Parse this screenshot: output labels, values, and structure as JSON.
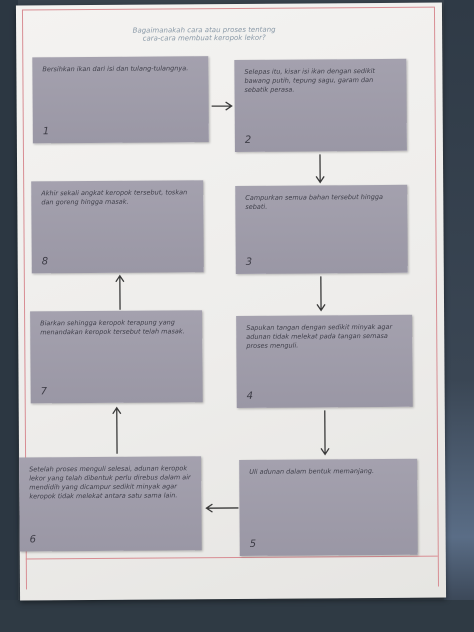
{
  "title": "Bagaimanakah cara atau proses tentang cara-cara membuat keropok lekor?",
  "steps": [
    {
      "num": "1",
      "text": "Bersihkan ikan dari isi dan tulang-tulangnya."
    },
    {
      "num": "2",
      "text": "Selepas itu, kisar isi ikan dengan sedikit bawang putih, tepung sagu, garam dan sebatik perasa."
    },
    {
      "num": "3",
      "text": "Campurkan semua bahan tersebut hingga sebati."
    },
    {
      "num": "4",
      "text": "Sapukan tangan dengan sedikit minyak agar adunan tidak melekat pada tangan semasa proses menguli."
    },
    {
      "num": "5",
      "text": "Uli adunan dalam bentuk memanjang."
    },
    {
      "num": "6",
      "text": "Setelah proses menguli selesai, adunan keropok lekor yang telah dibentuk perlu direbus dalam air mendidih yang dicampur sedikit minyak agar keropok tidak melekat antara satu sama lain."
    },
    {
      "num": "7",
      "text": "Biarkan sehingga keropok terapung yang menandakan keropok tersebut telah masak."
    },
    {
      "num": "8",
      "text": "Akhir sekali angkat keropok tersebut, toskan dan goreng hingga masak."
    }
  ]
}
